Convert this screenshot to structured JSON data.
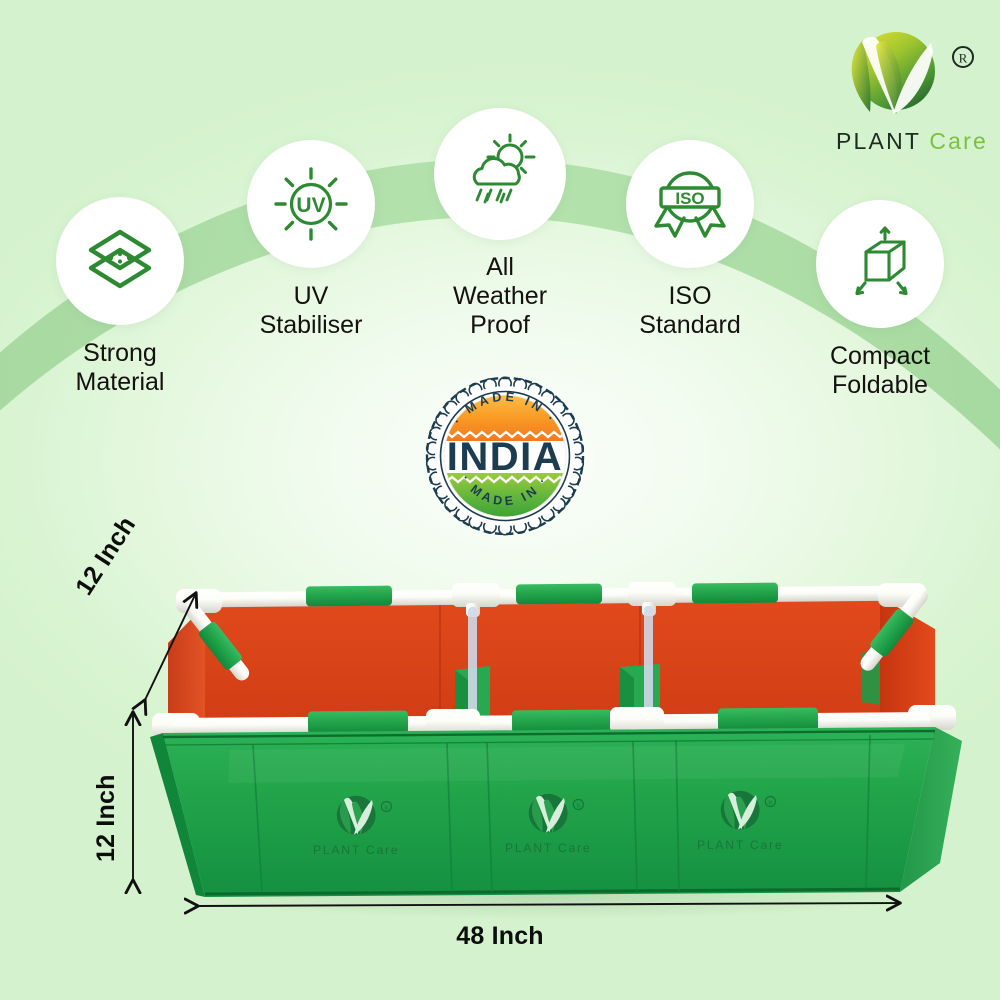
{
  "brand": {
    "name_part1": "PLANT",
    "name_part2": "Care",
    "registered_mark": "®",
    "logo_icon": "leaf-circle-logo",
    "colors": {
      "dark": "#1d2b20",
      "accent": "#7ac143",
      "leaf_top": "#c9d63b",
      "leaf_bottom": "#1f6b2e"
    }
  },
  "background": {
    "base_color": "#d4f2cd",
    "center_color": "#fbfefa",
    "ribbon_color": "#a9dba3"
  },
  "features": [
    {
      "id": "strong-material",
      "icon": "layers-icon",
      "label": "Strong\nMaterial"
    },
    {
      "id": "uv-stabiliser",
      "icon": "uv-sun-icon",
      "label": "UV\nStabiliser"
    },
    {
      "id": "all-weather",
      "icon": "sun-cloud-rain-icon",
      "label": "All Weather\nProof"
    },
    {
      "id": "iso-standard",
      "icon": "iso-badge-icon",
      "label": "ISO\nStandard"
    },
    {
      "id": "compact-foldable",
      "icon": "expand-cube-icon",
      "label": "Compact\nFoldable"
    }
  ],
  "feature_icon_color": "#2d8a33",
  "made_in_india": {
    "top_text": "MADE IN",
    "bottom_text": "MADE IN",
    "main_text": "INDIA",
    "colors": {
      "text": "#1c3c4f",
      "saffron_light": "#fcb731",
      "saffron_dark": "#f47b20",
      "green_light": "#8cc63f",
      "green_dark": "#3aa935",
      "border": "#ffffff"
    }
  },
  "product": {
    "alt_name": "rectangular-hdpe-grow-bag-with-pvc-frame",
    "colors": {
      "fabric_green": "#22a04a",
      "fabric_green_dark": "#148038",
      "fabric_green_light": "#35b45c",
      "interior_orange": "#d83c14",
      "interior_orange_light": "#e75322",
      "pipe_white": "#fdfdfb",
      "pipe_shade": "#dcdcd6",
      "logo_print": "#1d7a3a"
    },
    "printed_logo_label_1": "PLANT",
    "printed_logo_label_2": "Care",
    "printed_logo_count": 3
  },
  "dimensions": {
    "depth": "12 Inch",
    "height": "12 Inch",
    "width": "48 Inch",
    "arrow_color": "#111111"
  }
}
